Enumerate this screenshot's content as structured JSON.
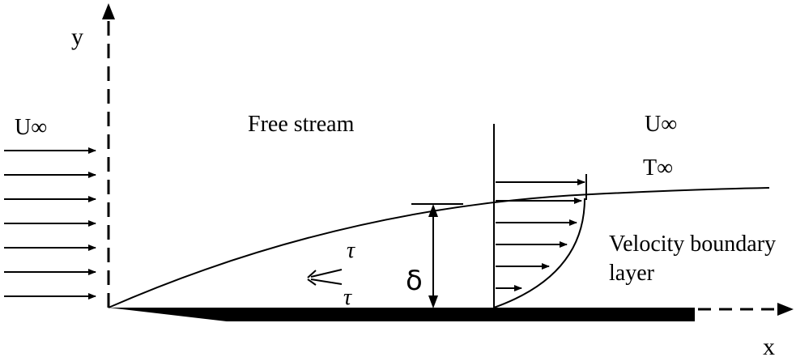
{
  "labels": {
    "y_axis": "y",
    "x_axis": "x",
    "u_inf_left": "U∞",
    "u_inf_right": "U∞",
    "t_inf": "T∞",
    "free_stream": "Free stream",
    "velocity_bl_line1": "Velocity boundary",
    "velocity_bl_line2": "layer",
    "delta": "δ",
    "tau_top": "τ",
    "tau_bottom": "τ"
  },
  "inflow_arrow_count": 7,
  "profile_arrow_count": 6
}
